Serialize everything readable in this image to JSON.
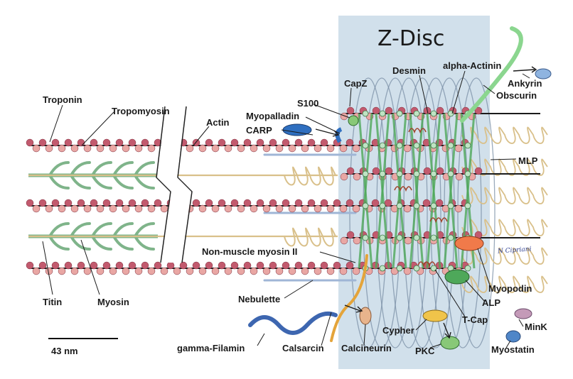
{
  "diagram": {
    "title": "Z-Disc",
    "scale_bar_label": "43 nm",
    "artist_signature": "N Cipriani",
    "labels": {
      "troponin": "Troponin",
      "tropomyosin": "Tropomyosin",
      "actin": "Actin",
      "titin": "Titin",
      "myosin": "Myosin",
      "capz": "CapZ",
      "desmin": "Desmin",
      "alpha_actinin": "alpha-Actinin",
      "ankyrin": "Ankyrin",
      "obscurin": "Obscurin",
      "s100": "S100",
      "myopalladin": "Myopalladin",
      "carp": "CARP",
      "mlp": "MLP",
      "non_muscle_myosin": "Non-muscle myosin II",
      "nebulette": "Nebulette",
      "gamma_filamin": "gamma-Filamin",
      "calsarcin": "Calsarcin",
      "calcineurin": "Calcineurin",
      "cypher": "Cypher",
      "pkc": "PKC",
      "t_cap": "T-Cap",
      "alp": "ALP",
      "myopodin": "Myopodin",
      "mink": "MinK",
      "myostatin": "Myostatin"
    },
    "colors": {
      "zdisc_panel": "#c9dbe8",
      "actin_bead": "#c25a6e",
      "actin_pale": "#e9a7a4",
      "titin": "#d9c08a",
      "myosin": "#7fb48a",
      "desmin": "#7a8fa6",
      "carp": "#2f6fc0",
      "calsarcin": "#e4a43a",
      "calcineurin": "#e8b48c",
      "cypher": "#f0c44a",
      "pkc": "#88c878",
      "alp": "#4ea85a",
      "myopodin": "#f07a4a",
      "mink": "#c49ab8",
      "myostatin": "#4f86c8",
      "ankyrin": "#8fb4e0",
      "gamma_filamin": "#3d66b0",
      "nebulette": "#9fb6d6"
    }
  }
}
